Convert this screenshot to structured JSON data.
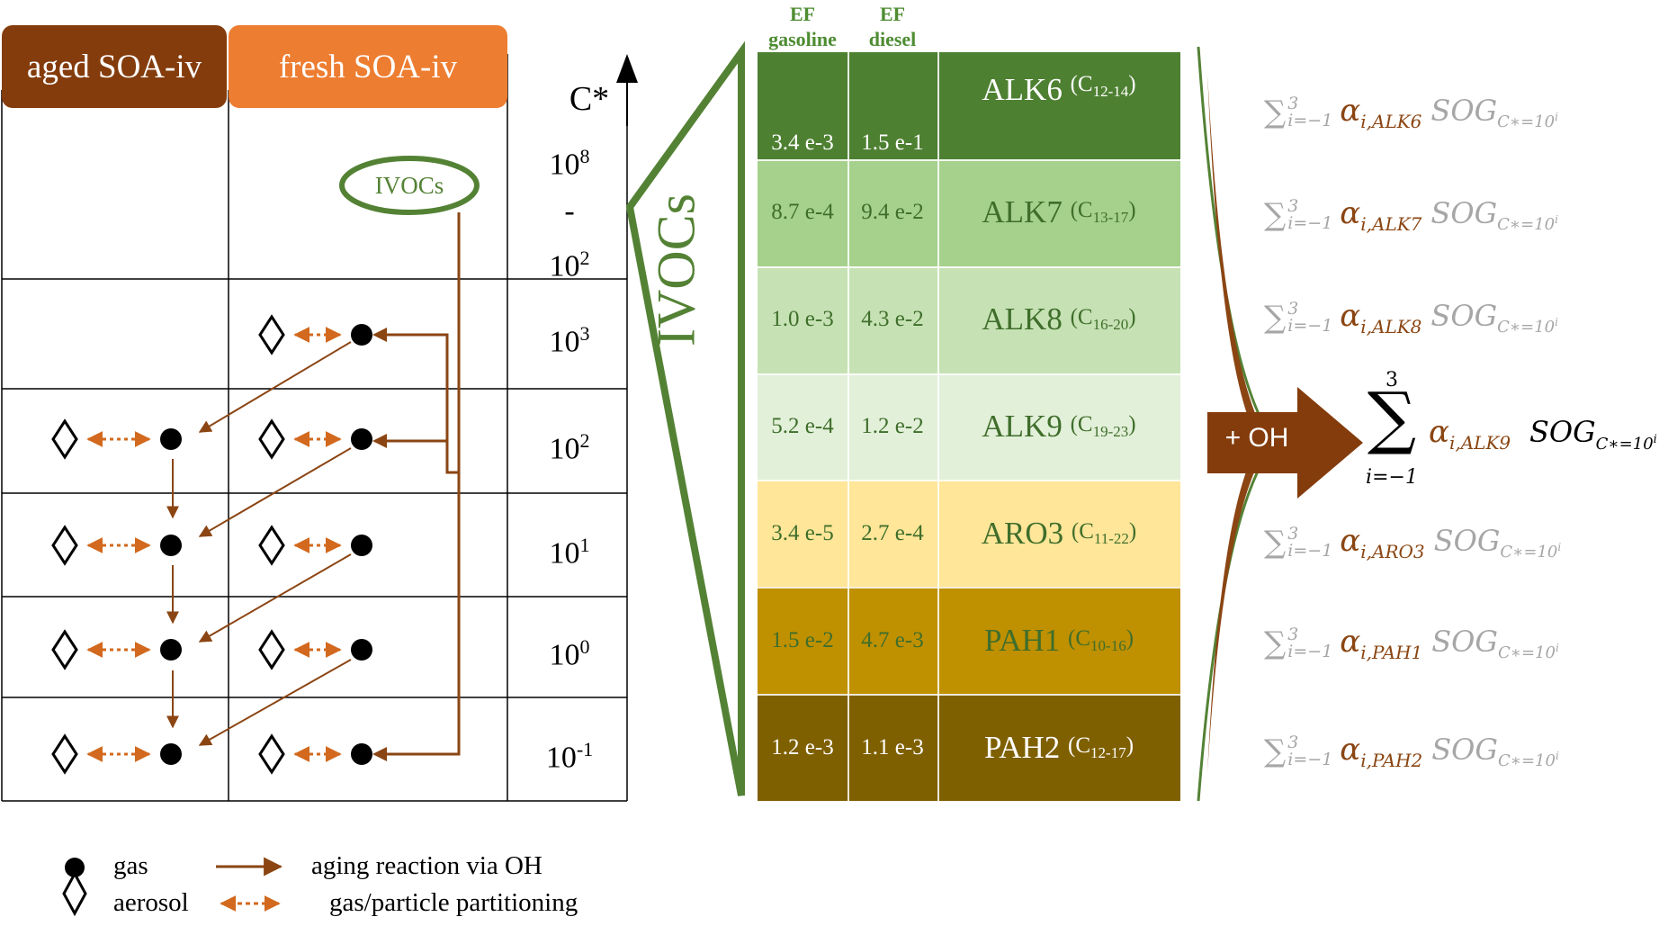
{
  "headers": {
    "aged": "aged SOA-iv",
    "fresh": "fresh SOA-iv"
  },
  "axis": {
    "label": "C*",
    "arrow_icon": "arrow-up-icon"
  },
  "volatility_bins": [
    {
      "top": "10",
      "top_exp": "8",
      "dash": "-",
      "bottom": "10",
      "bottom_exp": "2"
    },
    {
      "base": "10",
      "exp": "3"
    },
    {
      "base": "10",
      "exp": "2"
    },
    {
      "base": "10",
      "exp": "1"
    },
    {
      "base": "10",
      "exp": "0"
    },
    {
      "base": "10",
      "exp": "-1"
    }
  ],
  "ivocs_oval": "IVOCs",
  "ivocs_big": "IVOCs",
  "ef_headers": [
    {
      "l1": "EF",
      "l2": "gasoline"
    },
    {
      "l1": "EF",
      "l2": "diesel"
    }
  ],
  "species": [
    {
      "gasoline": "3.4 e-3",
      "diesel": "1.5 e-1",
      "name": "ALK6",
      "range": "(C12-14)",
      "rng_pre": "(C",
      "rng_sub": "12-14",
      "rng_post": ")",
      "bg": "#4e8032",
      "text": "#ffffff"
    },
    {
      "gasoline": "8.7 e-4",
      "diesel": "9.4 e-2",
      "name": "ALK7",
      "range": "(C13-17)",
      "rng_pre": "(C",
      "rng_sub": "13-17",
      "rng_post": ")",
      "bg": "#a6d18c",
      "text": "#3f6e2b"
    },
    {
      "gasoline": "1.0 e-3",
      "diesel": "4.3 e-2",
      "name": "ALK8",
      "range": "(C16-20)",
      "rng_pre": "(C",
      "rng_sub": "16-20",
      "rng_post": ")",
      "bg": "#c6e2b4",
      "text": "#3f6e2b"
    },
    {
      "gasoline": "5.2 e-4",
      "diesel": "1.2 e-2",
      "name": "ALK9",
      "range": "(C19-23)",
      "rng_pre": "(C",
      "rng_sub": "19-23",
      "rng_post": ")",
      "bg": "#e2f0d9",
      "text": "#3f6e2b"
    },
    {
      "gasoline": "3.4 e-5",
      "diesel": "2.7 e-4",
      "name": "ARO3",
      "range": "(C11-22)",
      "rng_pre": "(C",
      "rng_sub": "11-22",
      "rng_post": ")",
      "bg": "#ffe699",
      "text": "#3f6e2b"
    },
    {
      "gasoline": "1.5 e-2",
      "diesel": "4.7 e-3",
      "name": "PAH1",
      "range": "(C10-16)",
      "rng_pre": "(C",
      "rng_sub": "10-16",
      "rng_post": ")",
      "bg": "#bf9000",
      "text": "#3f6e2b"
    },
    {
      "gasoline": "1.2 e-3",
      "diesel": "1.1 e-3",
      "name": "PAH2",
      "range": "(C12-17)",
      "rng_pre": "(C",
      "rng_sub": "12-17",
      "rng_post": ")",
      "bg": "#7f6000",
      "text": "#ffffff"
    }
  ],
  "oh_label": "+ OH",
  "formulas": [
    {
      "sigma": "∑",
      "upper": "3",
      "lower": "i=−1",
      "alpha": "α",
      "sub": "i,ALK6",
      "sog": "SOG",
      "sog_sub": "C∗=10",
      "sog_exp": "i"
    },
    {
      "sigma": "∑",
      "upper": "3",
      "lower": "i=−1",
      "alpha": "α",
      "sub": "i,ALK7",
      "sog": "SOG",
      "sog_sub": "C∗=10",
      "sog_exp": "i"
    },
    {
      "sigma": "∑",
      "upper": "3",
      "lower": "i=−1",
      "alpha": "α",
      "sub": "i,ALK8",
      "sog": "SOG",
      "sog_sub": "C∗=10",
      "sog_exp": "i"
    },
    {
      "sigma": "∑",
      "upper": "3",
      "lower": "i=−1",
      "alpha": "α",
      "sub": "i,ALK9",
      "sog": "SOG",
      "sog_sub": "C∗=10",
      "sog_exp": "i"
    },
    {
      "sigma": "∑",
      "upper": "3",
      "lower": "i=−1",
      "alpha": "α",
      "sub": "i,ARO3",
      "sog": "SOG",
      "sog_sub": "C∗=10",
      "sog_exp": "i"
    },
    {
      "sigma": "∑",
      "upper": "3",
      "lower": "i=−1",
      "alpha": "α",
      "sub": "i,PAH1",
      "sog": "SOG",
      "sog_sub": "C∗=10",
      "sog_exp": "i"
    },
    {
      "sigma": "∑",
      "upper": "3",
      "lower": "i=−1",
      "alpha": "α",
      "sub": "i,PAH2",
      "sog": "SOG",
      "sog_sub": "C∗=10",
      "sog_exp": "i"
    }
  ],
  "legend": {
    "gas": "gas",
    "aerosol": "aerosol",
    "aging": "aging reaction via OH",
    "partition": "gas/particle partitioning"
  },
  "colors": {
    "aged": "#843c0c",
    "fresh": "#ed7d31",
    "green": "#548235",
    "arrow": "#8b4513",
    "partition": "#d2691e"
  }
}
